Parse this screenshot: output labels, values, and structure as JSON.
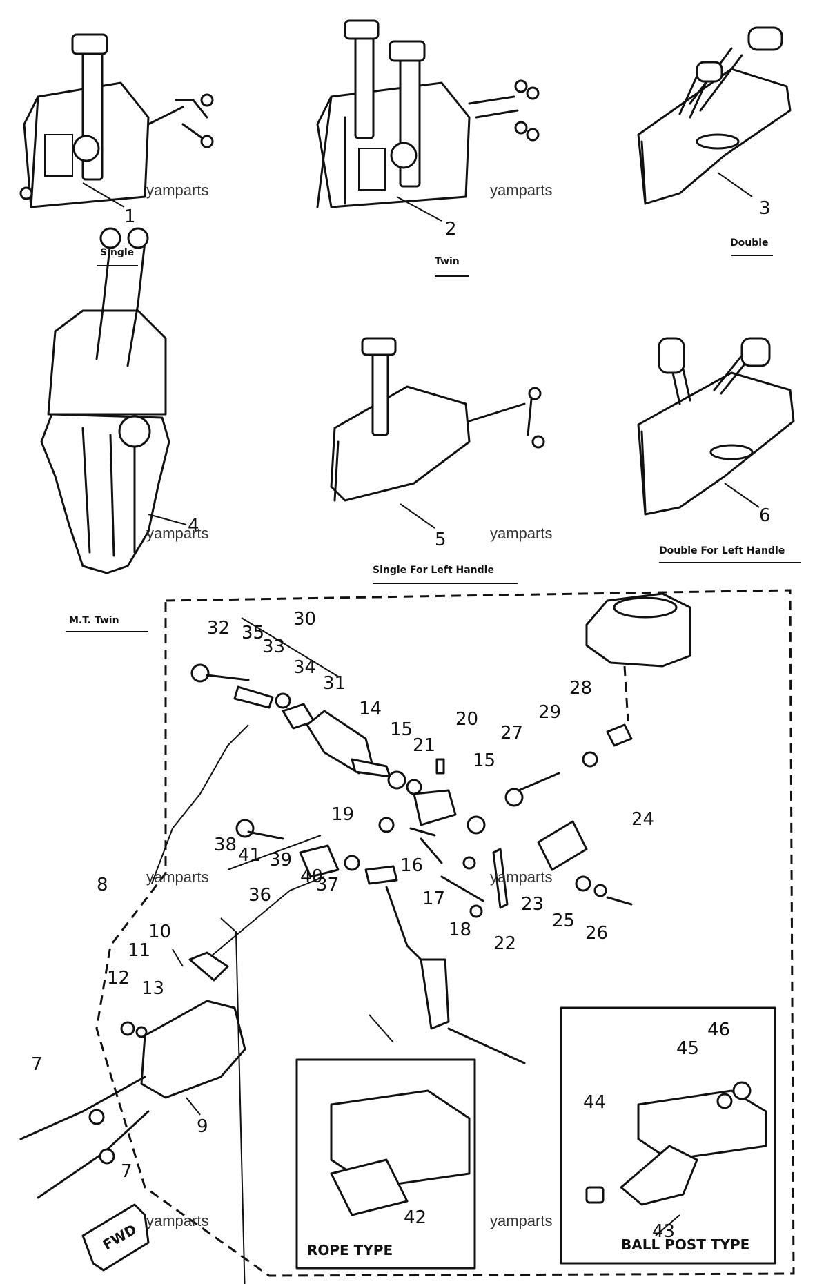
{
  "captions": {
    "single": "Single",
    "twin": "Twin",
    "double": "Double",
    "mt_twin": "M.T. Twin",
    "single_left": "Single For Left Handle",
    "double_left": "Double For Left Handle",
    "rope_type": "ROPE TYPE",
    "ball_post_type": "BALL POST TYPE",
    "fwd": "FWD"
  },
  "watermark": "yamparts",
  "part_numbers": [
    "1",
    "2",
    "3",
    "4",
    "5",
    "6",
    "7",
    "7",
    "8",
    "9",
    "10",
    "11",
    "12",
    "13",
    "14",
    "15",
    "15",
    "16",
    "17",
    "18",
    "19",
    "20",
    "21",
    "22",
    "23",
    "24",
    "25",
    "26",
    "27",
    "28",
    "29",
    "30",
    "31",
    "32",
    "33",
    "34",
    "35",
    "36",
    "37",
    "38",
    "39",
    "40",
    "41",
    "42",
    "43",
    "44",
    "45",
    "46"
  ]
}
